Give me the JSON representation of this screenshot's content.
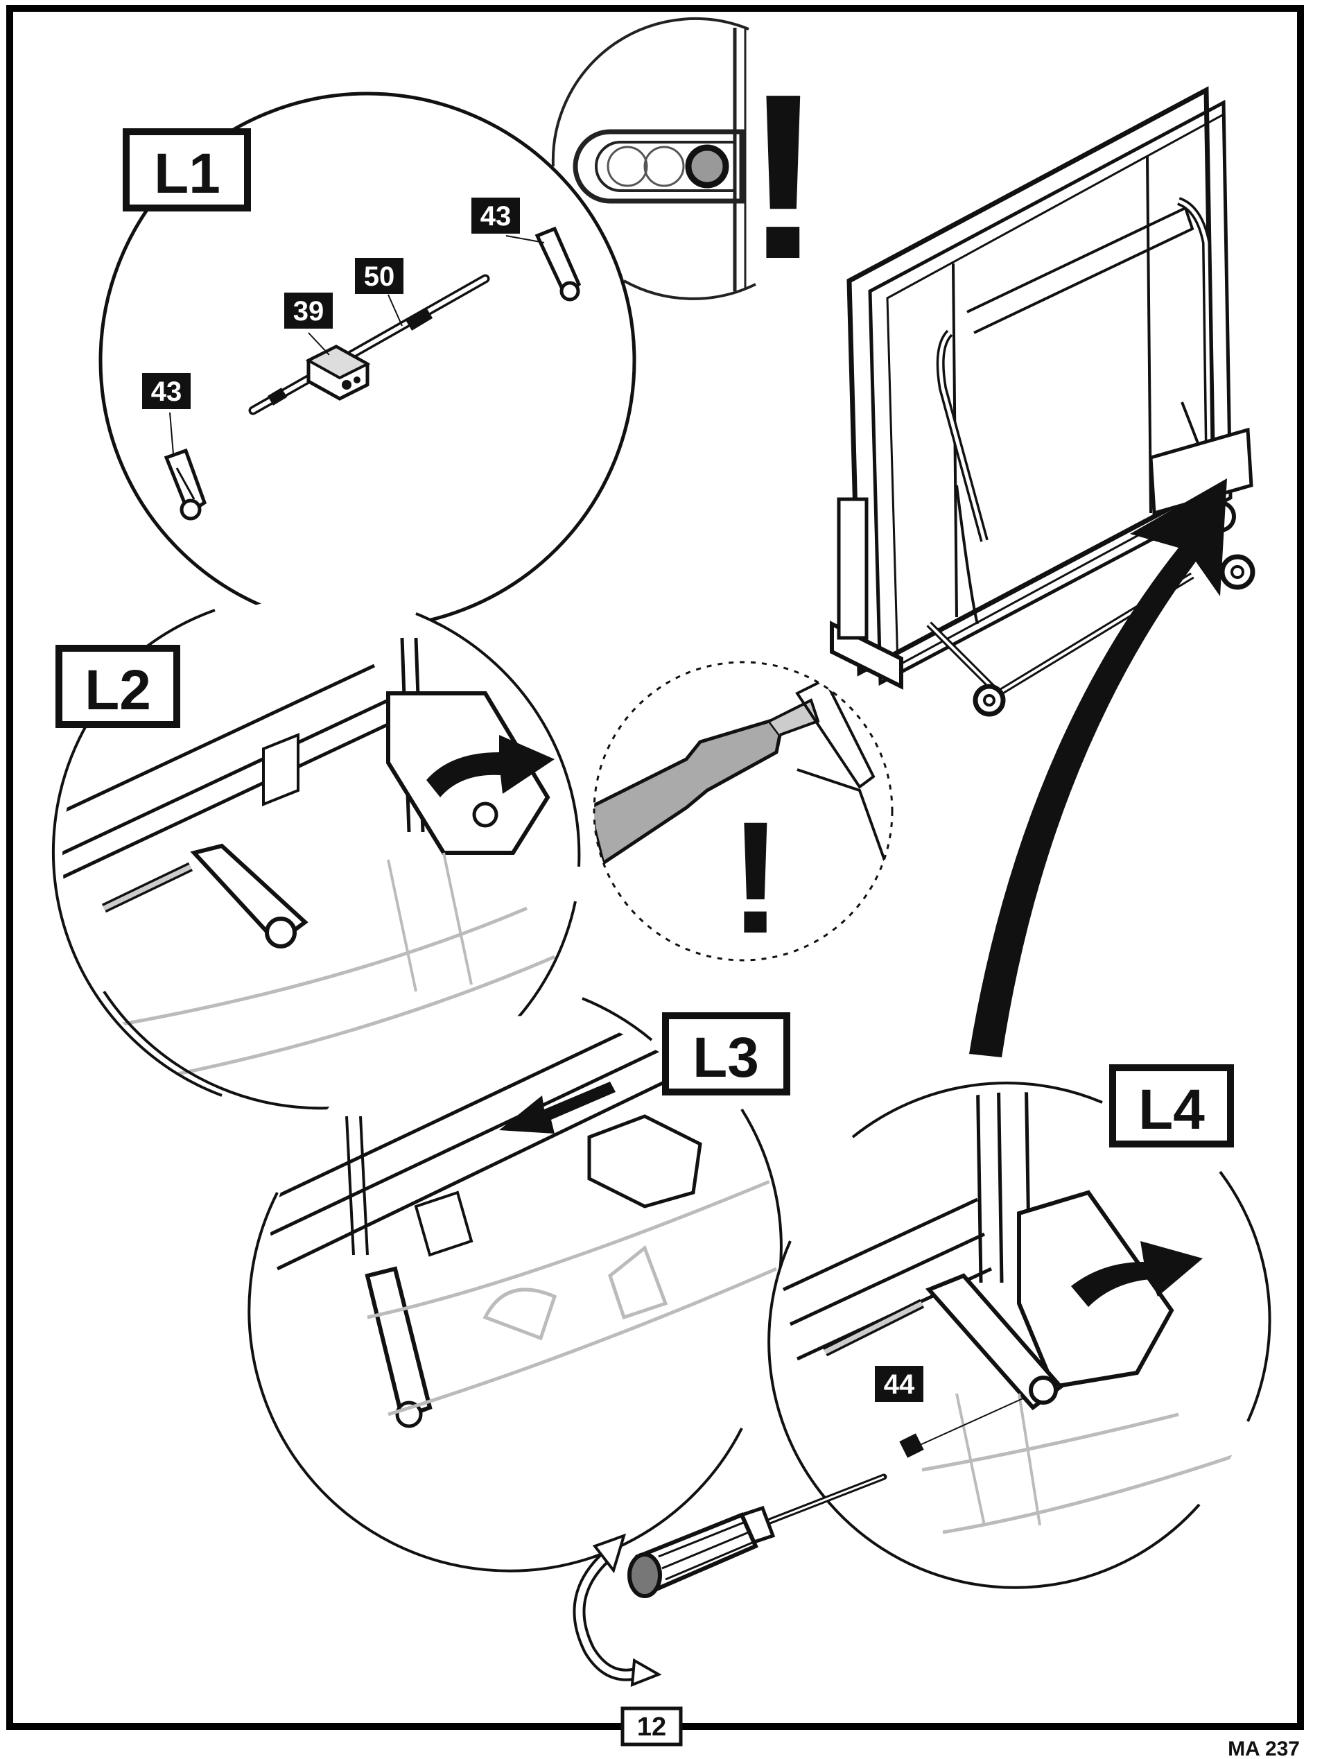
{
  "steps": {
    "l1": "L1",
    "l2": "L2",
    "l3": "L3",
    "l4": "L4"
  },
  "parts": {
    "p43_top": "43",
    "p50": "50",
    "p39": "39",
    "p43_left": "43",
    "p44": "44"
  },
  "warnings": {
    "mark_top": "!",
    "mark_mid": "!"
  },
  "footer": {
    "page_number": "12",
    "doc_code": "MA 237"
  },
  "icons": {
    "rotate": "rotate-icon",
    "arrow": "curved-arrow-icon",
    "screwdriver": "screwdriver-icon"
  }
}
